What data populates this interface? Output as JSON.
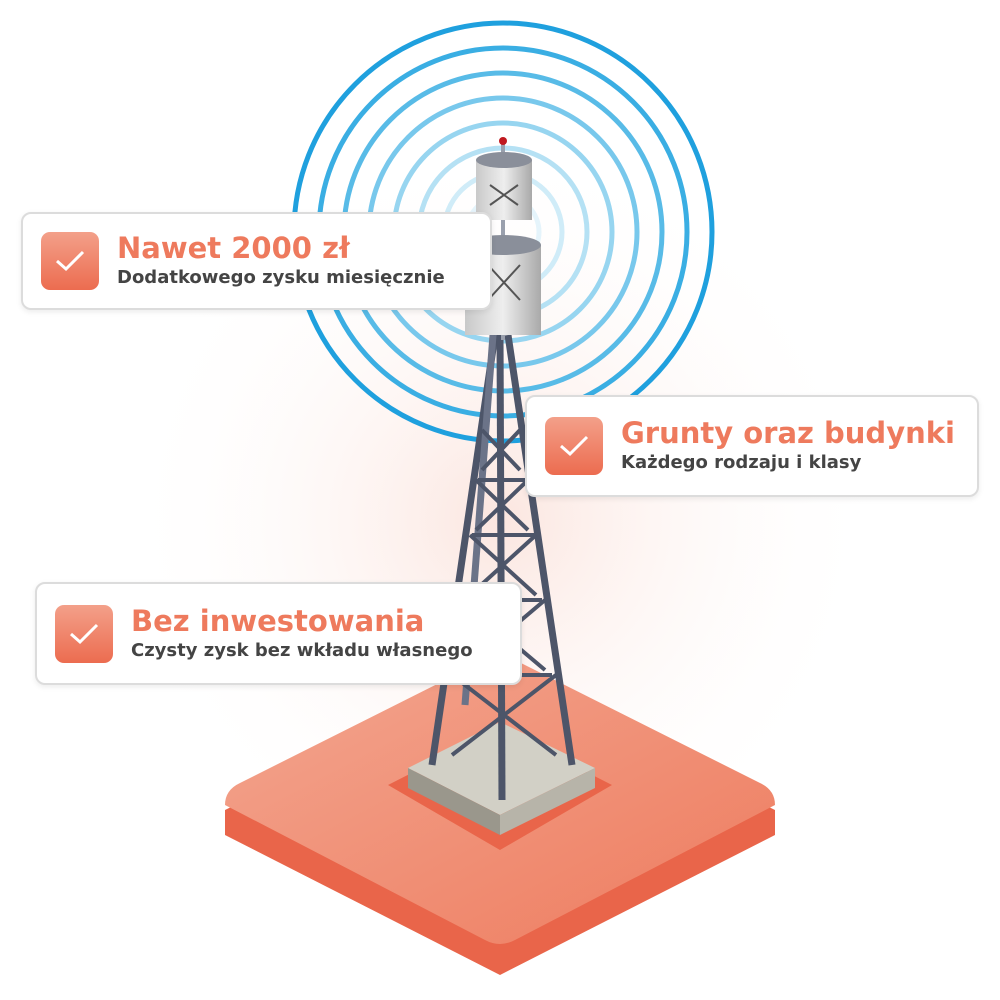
{
  "cards": [
    {
      "title": "Nawet 2000 zł",
      "subtitle": "Dodatkowego zysku miesięcznie"
    },
    {
      "title": "Grunty oraz budynki",
      "subtitle": "Każdego rodzaju i klasy"
    },
    {
      "title": "Bez inwestowania",
      "subtitle": "Czysty zysk bez wkładu własnego"
    }
  ],
  "colors": {
    "accent": "#ee7a5d",
    "signal": "#29a3df",
    "platform": "#ef7d60",
    "tower": "#4d5569"
  }
}
